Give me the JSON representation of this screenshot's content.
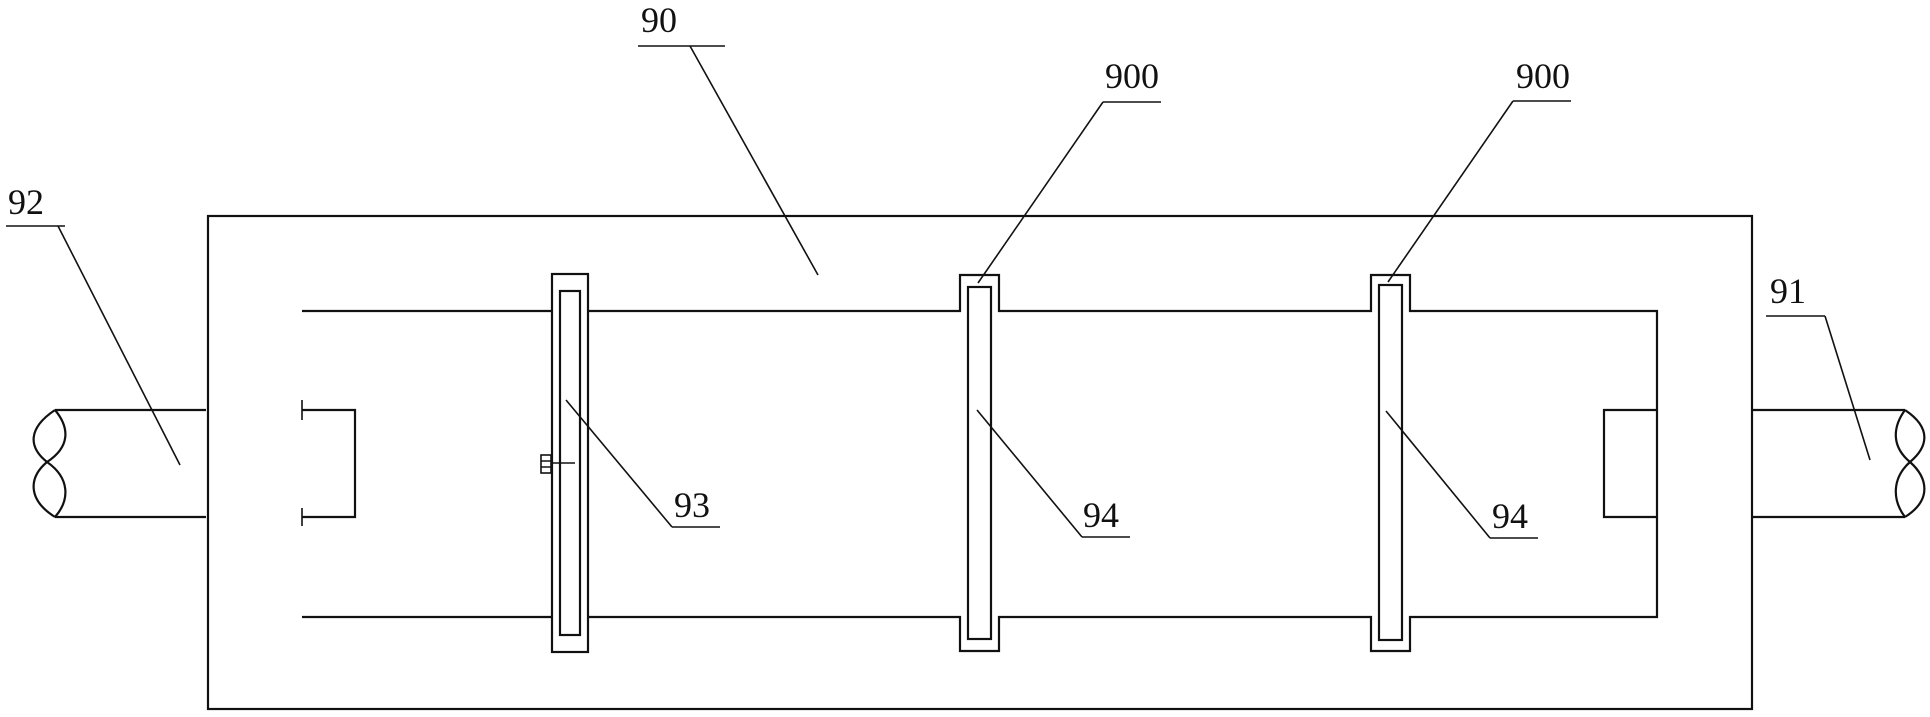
{
  "labels": {
    "housing": "90",
    "right_pipe": "91",
    "left_pipe": "92",
    "first_plate": "93",
    "middle_plate": "94",
    "right_plate": "94",
    "middle_slot": "900",
    "right_slot": "900"
  }
}
